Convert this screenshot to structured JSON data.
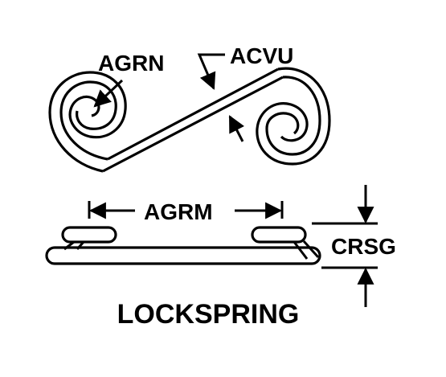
{
  "diagram": {
    "title": "LOCKSPRING",
    "labels": {
      "coil_inner_diameter": "AGRN",
      "wire_thickness": "ACVU",
      "loop_center_distance": "AGRM",
      "overall_height": "CRSG"
    },
    "colors": {
      "ink": "#000000",
      "background": "#ffffff"
    }
  }
}
